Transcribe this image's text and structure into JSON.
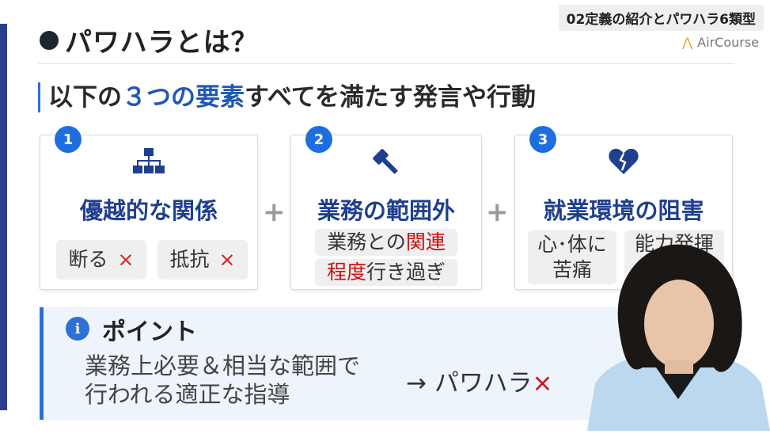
{
  "header": {
    "title": "パワハラとは？",
    "tag": "02定義の紹介とパワハラ6類型",
    "brand": "AirCourse"
  },
  "subtitle": {
    "pre": "以下の",
    "accent": "３つの要素",
    "post": "すべてを満たす発言や行動"
  },
  "cards": [
    {
      "num": "1",
      "icon": "hierarchy-icon",
      "title": "優越的な関係",
      "chips": [
        "断る",
        "抵抗"
      ],
      "mark": "×"
    },
    {
      "num": "2",
      "icon": "gavel-icon",
      "title": "業務の範囲外",
      "line1_pre": "業務との",
      "line1_red": "関連",
      "line2_red": "程度",
      "line2_post": "行き過ぎ"
    },
    {
      "num": "3",
      "icon": "broken-heart-icon",
      "title": "就業環境の阻害",
      "chip1_line1": "心･体に",
      "chip1_line2": "苦痛",
      "chip2": "能力発揮"
    }
  ],
  "plus": "+",
  "point": {
    "title": "ポイント",
    "line1": "業務上必要＆相当な範囲で",
    "line2": "行われる適正な指導",
    "arrow": "→ パワハラ",
    "mark": "×"
  },
  "colors": {
    "accent": "#2058b8",
    "badge": "#1f6ee0",
    "cross": "#cc1010",
    "sidebar": "#2b3d8f"
  }
}
